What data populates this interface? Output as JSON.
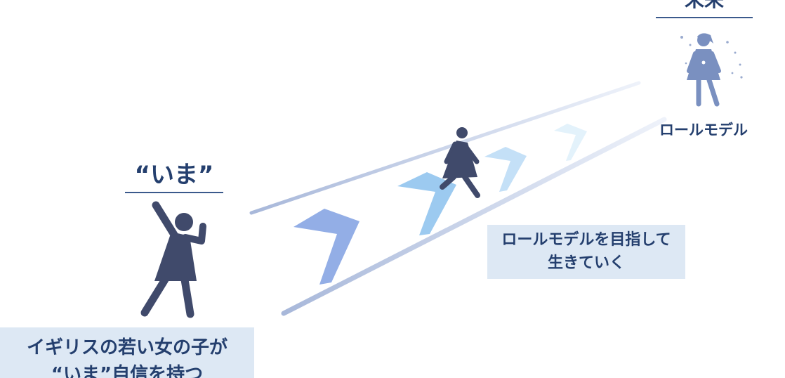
{
  "now": {
    "heading": "“いま”",
    "caption_line1": "イギリスの若い女の子が",
    "caption_line2": "“いま”自信を持つ"
  },
  "future": {
    "heading": "未来",
    "role_model_label": "ロールモデル"
  },
  "middle": {
    "caption_line1": "ロールモデルを目指して",
    "caption_line2": "生きていく"
  },
  "colors": {
    "figure": "#404a6b",
    "future_figure": "#7a90c0",
    "text": "#243f6e",
    "box": "#dde8f4",
    "chevron1": "#93aee6",
    "chevron2": "#9ccaf0",
    "chevron3": "#c4e0f7",
    "chevron4": "#e3f2fb"
  }
}
